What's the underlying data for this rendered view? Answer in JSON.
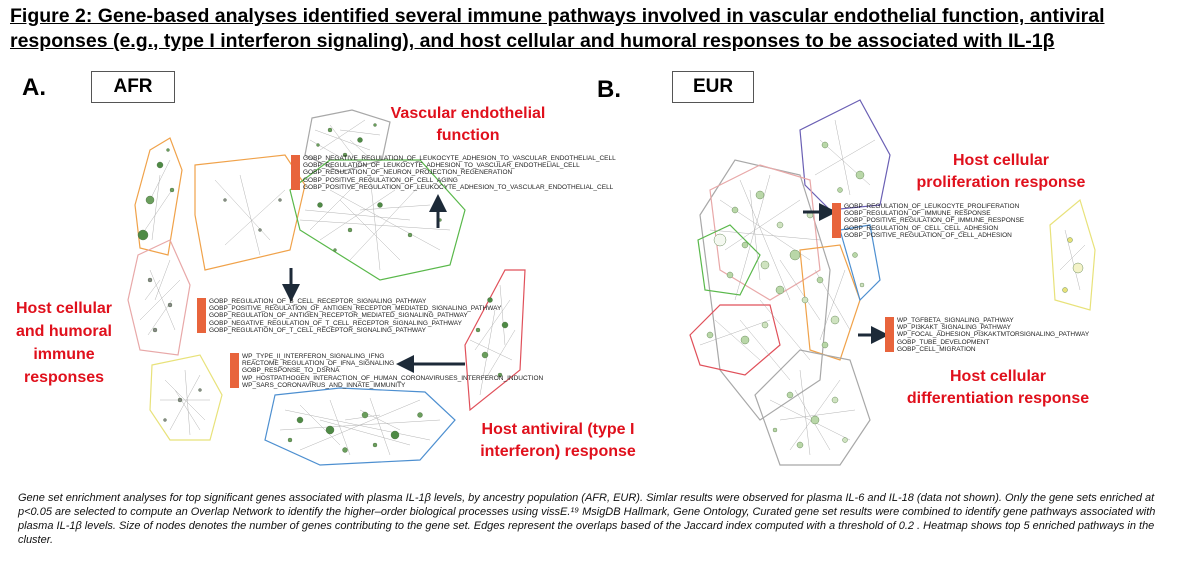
{
  "figure": {
    "title": "Figure 2: Gene-based analyses identified several immune pathways involved in vascular endothelial function, antiviral responses (e.g., type I interferon signaling), and host cellular and humoral responses to be associated with IL-1β",
    "caption": "Gene set enrichment analyses for top significant genes associated with plasma IL-1β levels, by ancestry population (AFR, EUR). Simlar results were observed for plasma IL-6 and IL-18 (data not shown). Only the gene sets enriched at p<0.05 are selected to compute an Overlap Network to identify the higher–order biological processes using vissE.¹⁹ MsigDB Hallmark, Gene Ontology, Curated gene set results were combined to identify gene pathways associated with plasma IL-1β levels. Size of nodes denotes the number of genes contributing to the gene set. Edges represent the overlaps based of the Jaccard index computed with a threshold of 0.2 . Heatmap shows top 5 enriched pathways in the cluster."
  },
  "panels": {
    "afr": {
      "letter": "A.",
      "label": "AFR",
      "vascular_label": "Vascular endothelial function",
      "humoral_label": "Host cellular and humoral immune responses",
      "antiviral_label": "Host antiviral (type I interferon) response",
      "vascular_genes": [
        "GOBP_NEGATIVE_REGULATION_OF_LEUKOCYTE_ADHESION_TO_VASCULAR_ENDOTHELIAL_CELL",
        "GOBP_REGULATION_OF_LEUKOCYTE_ADHESION_TO_VASCULAR_ENDOTHELIAL_CELL",
        "GOBP_REGULATION_OF_NEURON_PROJECTION_REGENERATION",
        "GOBP_POSITIVE_REGULATION_OF_CELL_AGING",
        "GOBP_POSITIVE_REGULATION_OF_LEUKOCYTE_ADHESION_TO_VASCULAR_ENDOTHELIAL_CELL"
      ],
      "bcell_genes": [
        "GOBP_REGULATION_OF_B_CELL_RECEPTOR_SIGNALING_PATHWAY",
        "GOBP_POSITIVE_REGULATION_OF_ANTIGEN_RECEPTOR_MEDIATED_SIGNALING_PATHWAY",
        "GOBP_REGULATION_OF_ANTIGEN_RECEPTOR_MEDIATED_SIGNALING_PATHWAY",
        "GOBP_NEGATIVE_REGULATION_OF_T_CELL_RECEPTOR_SIGNALING_PATHWAY",
        "GOBP_REGULATION_OF_T_CELL_RECEPTOR_SIGNALING_PATHWAY"
      ],
      "interferon_genes": [
        "WP_TYPE_II_INTERFERON_SIGNALING_IFNG",
        "REACTOME_REGULATION_OF_IFNA_SIGNALING",
        "GOBP_RESPONSE_TO_DSRNA",
        "WP_HOSTPATHOGEN_INTERACTION_OF_HUMAN_CORONAVIRUSES_INTERFERON_INDUCTION",
        "WP_SARS_CORONAVIRUS_AND_INNATE_IMMUNITY"
      ]
    },
    "eur": {
      "letter": "B.",
      "label": "EUR",
      "proliferation_label": "Host cellular proliferation response",
      "differentiation_label": "Host cellular differentiation response",
      "proliferation_genes": [
        "GOBP_REGULATION_OF_LEUKOCYTE_PROLIFERATION",
        "GOBP_REGULATION_OF_IMMUNE_RESPONSE",
        "GOBP_POSITIVE_REGULATION_OF_IMMUNE_RESPONSE",
        "GOBP_REGULATION_OF_CELL_CELL_ADHESION",
        "GOBP_POSITIVE_REGULATION_OF_CELL_ADHESION"
      ],
      "differentiation_genes": [
        "WP_TGFBETA_SIGNALING_PATHWAY",
        "WP_PI3KAKT_SIGNALING_PATHWAY",
        "WP_FOCAL_ADHESION_PI3KAKTMTORSIGNALING_PATHWAY",
        "GOBP_TUBE_DEVELOPMENT",
        "GOBP_CELL_MIGRATION"
      ]
    }
  },
  "colors": {
    "label_red": "#e0101c",
    "heatmap": "#e8643c",
    "arrow": "#1d2a38",
    "node_green_dark": "#4e8a45",
    "node_green_light": "#b9d7a8",
    "hull_orange": "#f0a24a",
    "hull_green": "#59b84a",
    "hull_red": "#e0505a",
    "hull_blue": "#4d8fd0",
    "hull_purple": "#6a5fb4",
    "hull_yellow": "#e8e27a",
    "hull_grey": "#a8a8a8",
    "hull_pink": "#e8a8a8"
  }
}
